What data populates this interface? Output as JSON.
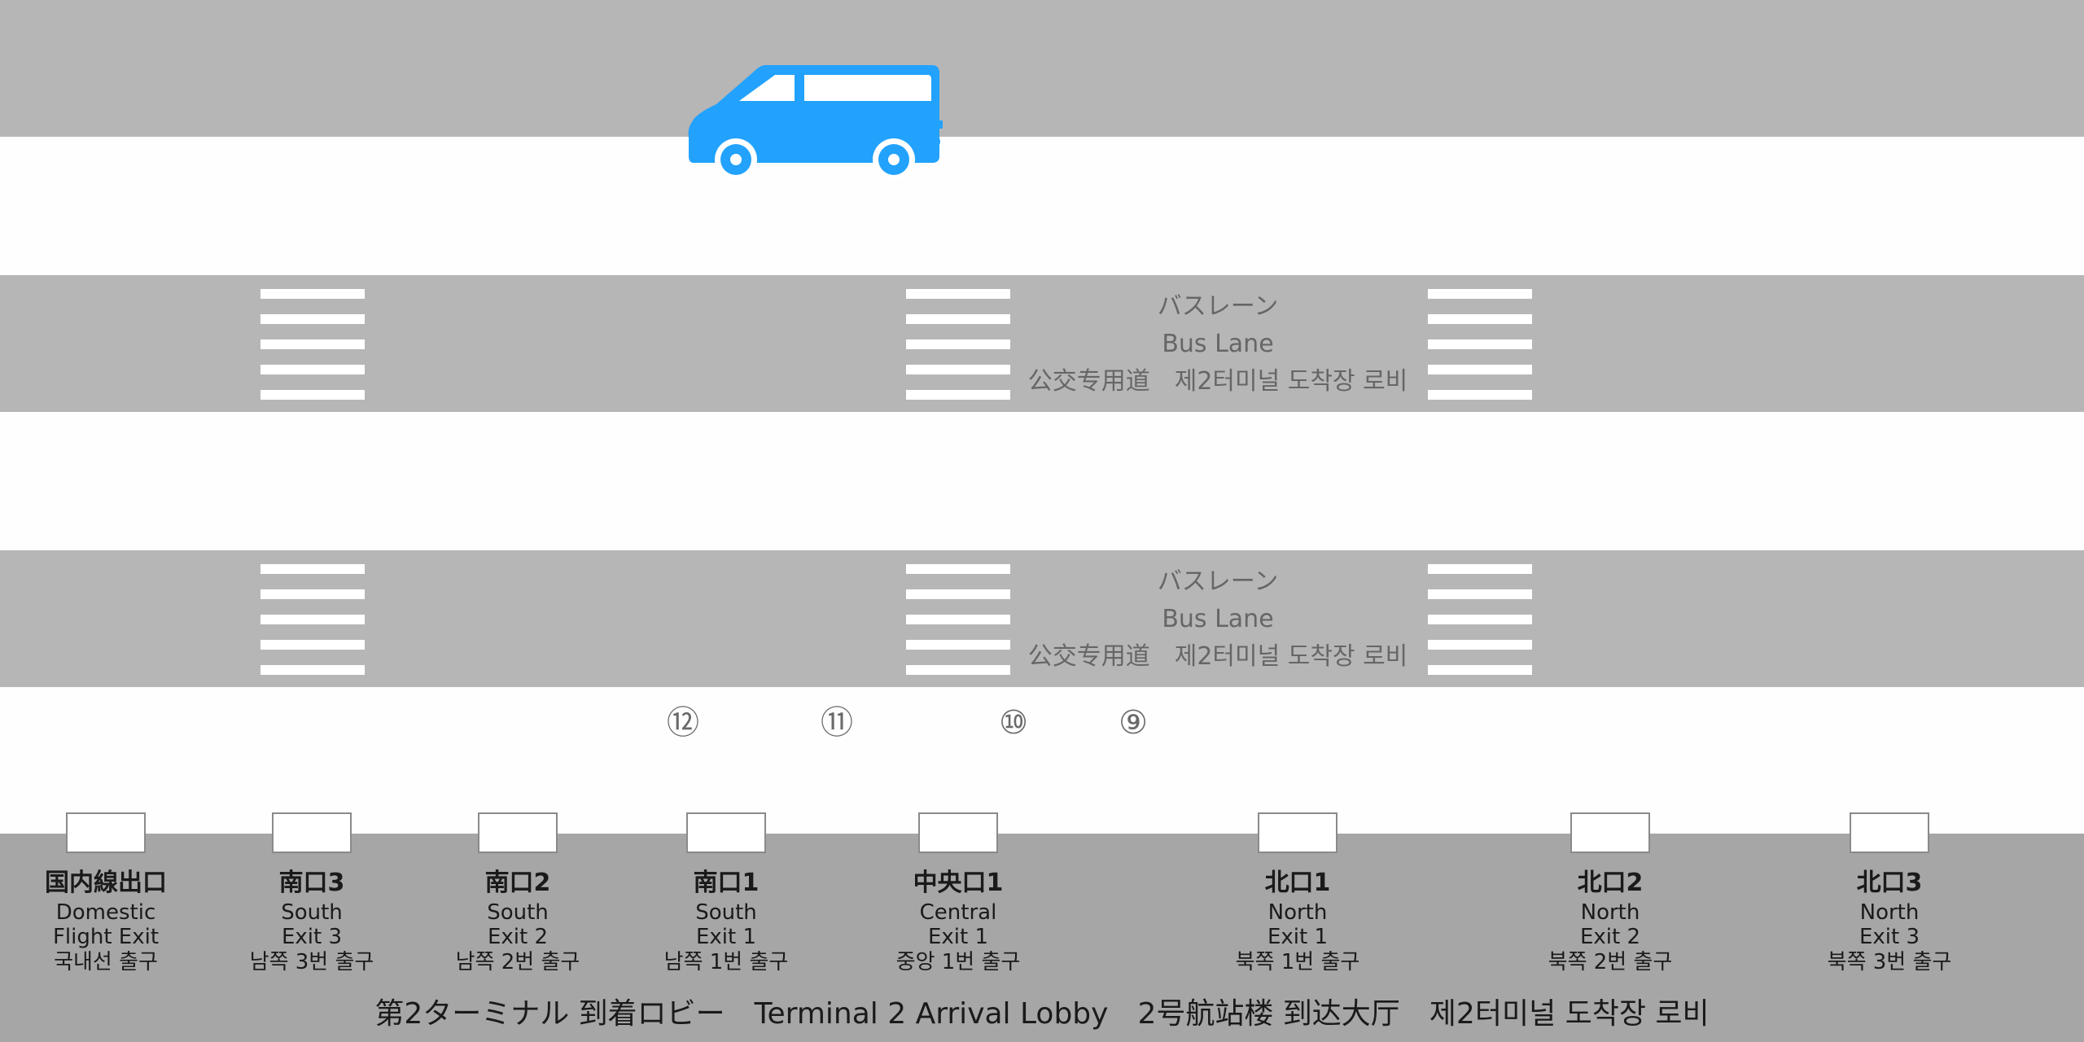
{
  "bus_lane_label": {
    "jp": "バスレーン",
    "en": "Bus Lane",
    "zh_ko": "公交专用道　제2터미널 도착장 로비"
  },
  "stops": [
    "⑫",
    "⑪",
    "⑩",
    "⑨"
  ],
  "exits": [
    {
      "main": "国内線出口",
      "en1": "Domestic",
      "en2": "Flight Exit",
      "ko": "국내선 출구"
    },
    {
      "main": "南口3",
      "en1": "South",
      "en2": "Exit 3",
      "ko": "남쪽 3번 출구"
    },
    {
      "main": "南口2",
      "en1": "South",
      "en2": "Exit 2",
      "ko": "남쪽 2번 출구"
    },
    {
      "main": "南口1",
      "en1": "South",
      "en2": "Exit 1",
      "ko": "남쪽 1번 출구"
    },
    {
      "main": "中央口1",
      "en1": "Central",
      "en2": "Exit 1",
      "ko": "중앙 1번 출구"
    },
    {
      "main": "北口1",
      "en1": "North",
      "en2": "Exit 1",
      "ko": "북쪽 1번 출구"
    },
    {
      "main": "北口2",
      "en1": "North",
      "en2": "Exit 2",
      "ko": "북쪽 2번 출구"
    },
    {
      "main": "北口3",
      "en1": "North",
      "en2": "Exit 3",
      "ko": "북쪽 3번 출구"
    }
  ],
  "lobby_title": "第2ターミナル 到着ロビー　Terminal 2 Arrival Lobby　2号航站楼 到达大厅　제2터미널 도착장 로비",
  "colors": {
    "road": "#b6b6b6",
    "lobby": "#a6a6a6",
    "van": "#22a2fd"
  },
  "icons": {
    "vehicle": "van-icon"
  }
}
